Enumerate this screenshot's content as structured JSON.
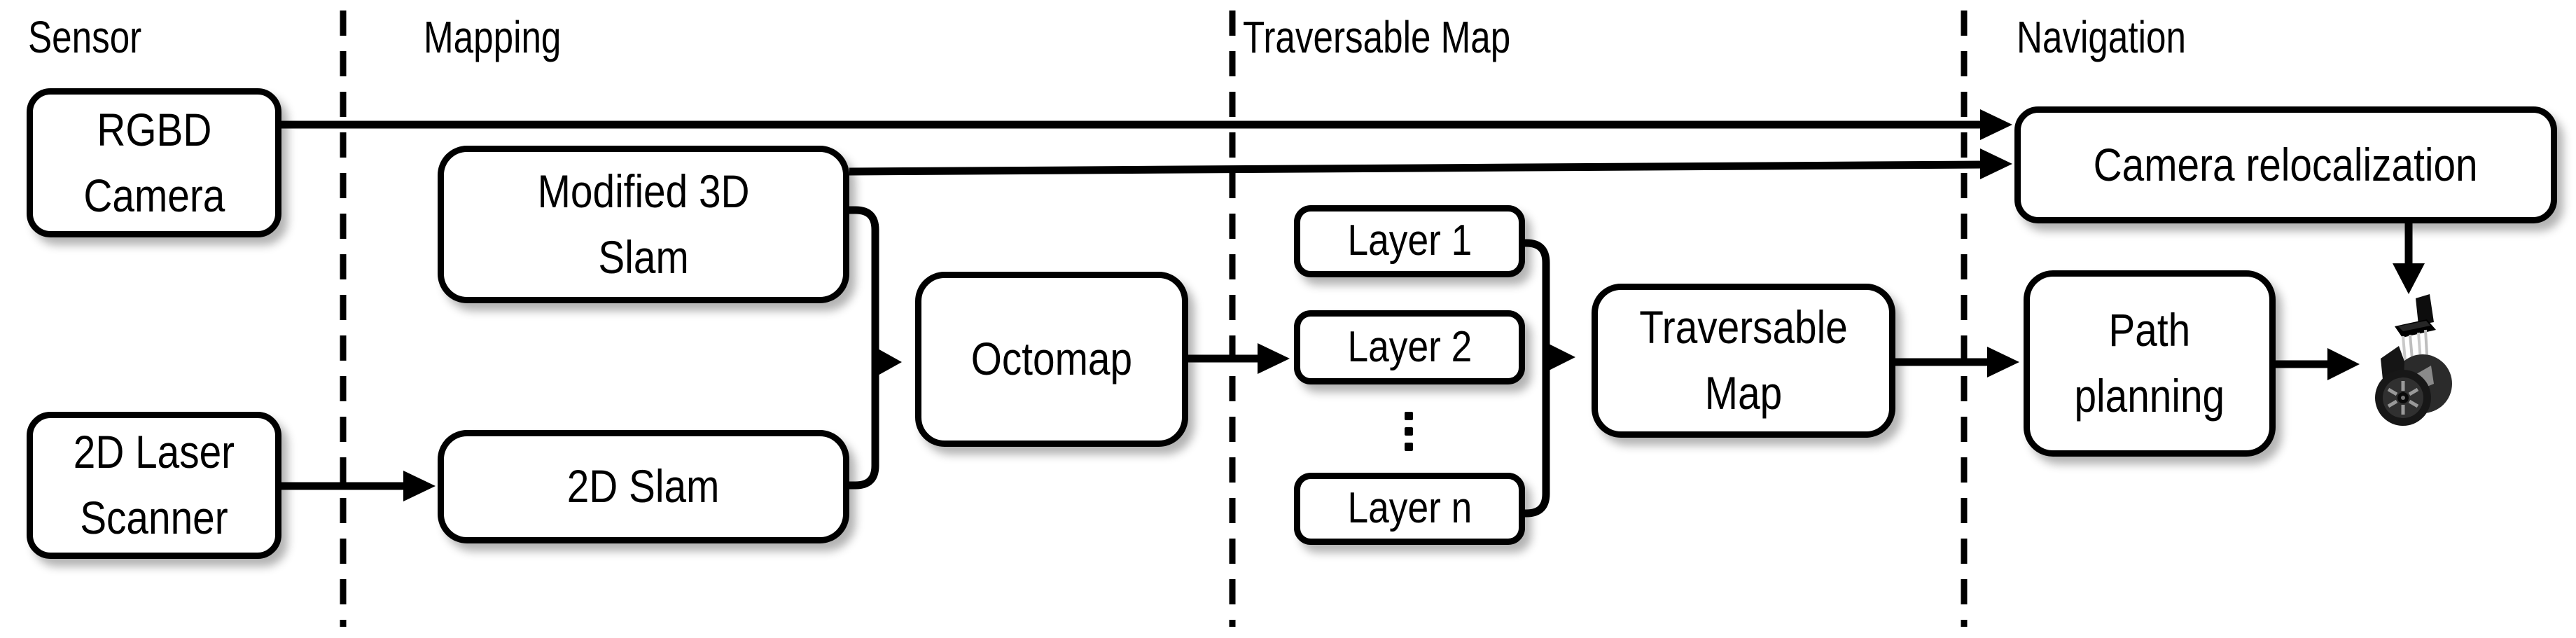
{
  "diagram": {
    "type": "flow-diagram",
    "colors": {
      "ink": "#000000",
      "background": "#ffffff"
    },
    "sections": {
      "sensor": {
        "label": "Sensor"
      },
      "mapping": {
        "label": "Mapping"
      },
      "traversable_map": {
        "label": "Traversable Map"
      },
      "navigation": {
        "label": "Navigation"
      }
    },
    "nodes": {
      "rgbd_camera": {
        "line1": "RGBD",
        "line2": "Camera"
      },
      "laser_scanner": {
        "line1": "2D Laser",
        "line2": "Scanner"
      },
      "modified_3d_slam": {
        "line1": "Modified 3D",
        "line2": "Slam"
      },
      "slam_2d": {
        "label": "2D Slam"
      },
      "octomap": {
        "label": "Octomap"
      },
      "layer_1": {
        "label": "Layer 1"
      },
      "layer_2": {
        "label": "Layer 2"
      },
      "layer_n": {
        "label": "Layer n"
      },
      "traversable_map_box": {
        "line1": "Traversable",
        "line2": "Map"
      },
      "camera_relocalization": {
        "label": "Camera relocalization"
      },
      "path_planning": {
        "line1": "Path",
        "line2": "planning"
      }
    },
    "icons": {
      "robot": "wheelchair-robot-icon"
    },
    "connections": [
      "RGBD Camera -> Camera relocalization",
      "Modified 3D Slam -> Camera relocalization",
      "2D Laser Scanner -> 2D Slam",
      "Modified 3D Slam + 2D Slam -> Octomap",
      "Octomap -> Layers",
      "Layer 1..n -> Traversable Map",
      "Traversable Map -> Path planning",
      "Camera relocalization -> robot",
      "Path planning -> robot"
    ]
  }
}
